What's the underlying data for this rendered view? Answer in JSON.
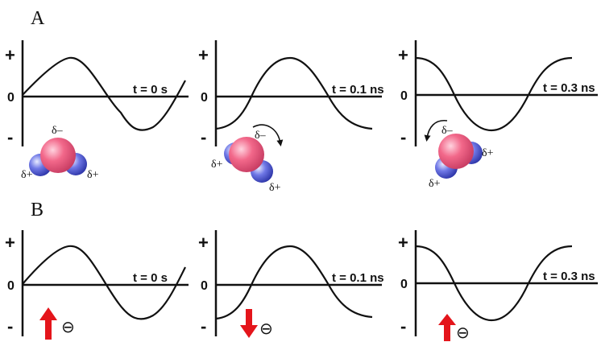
{
  "row_a": {
    "label": "A",
    "panels": [
      {
        "y_plus": "+",
        "y_zero": "0",
        "y_minus": "-",
        "time": "t = 0 s",
        "charges": {
          "delta_minus": "δ–",
          "delta_plus_left": "δ+",
          "delta_plus_right": "δ+"
        }
      },
      {
        "y_plus": "+",
        "y_zero": "0",
        "y_minus": "-",
        "time": "t = 0.1 ns",
        "charges": {
          "delta_minus": "δ–",
          "delta_plus_left": "δ+",
          "delta_plus_right": "δ+"
        }
      },
      {
        "y_plus": "+",
        "y_zero": "0",
        "y_minus": "-",
        "time": "t = 0.3 ns",
        "charges": {
          "delta_minus": "δ–",
          "delta_plus_left": "δ+",
          "delta_plus_right": "δ+"
        }
      }
    ]
  },
  "row_b": {
    "label": "B",
    "panels": [
      {
        "y_plus": "+",
        "y_zero": "0",
        "y_minus": "-",
        "time": "t = 0 s",
        "electron_symbol": "⊖"
      },
      {
        "y_plus": "+",
        "y_zero": "0",
        "y_minus": "-",
        "time": "t = 0.1 ns",
        "electron_symbol": "⊖"
      },
      {
        "y_plus": "+",
        "y_zero": "0",
        "y_minus": "-",
        "time": "t = 0.3 ns",
        "electron_symbol": "⊖"
      }
    ]
  },
  "colors": {
    "oxygen": "#f2688a",
    "hydrogen": "#6f78e6",
    "arrow_red": "#e4151b",
    "ink": "#111111"
  }
}
